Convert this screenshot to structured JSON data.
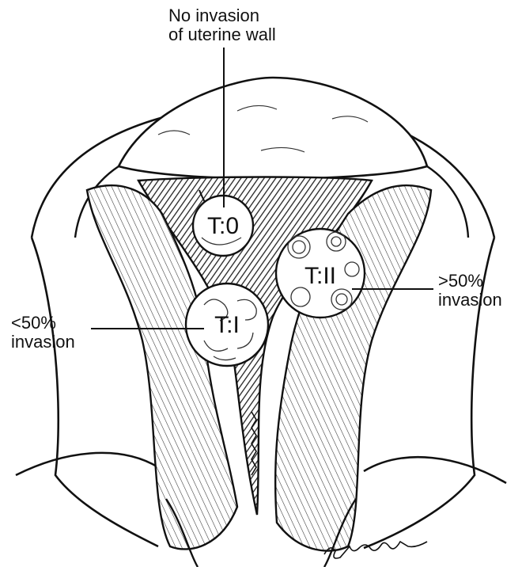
{
  "labels": {
    "top_caption": [
      "No invasion",
      "of uterine wall"
    ],
    "left_caption": [
      "<50%",
      "invasion"
    ],
    "right_caption": [
      ">50%",
      "invasion"
    ]
  },
  "stages": {
    "t0": "T:0",
    "t1": "T:I",
    "t2": "T:II"
  },
  "signature": "L. Vaokalis",
  "colors": {
    "ink": "#111111",
    "paper": "#ffffff",
    "shade": "#5a5a5a"
  }
}
